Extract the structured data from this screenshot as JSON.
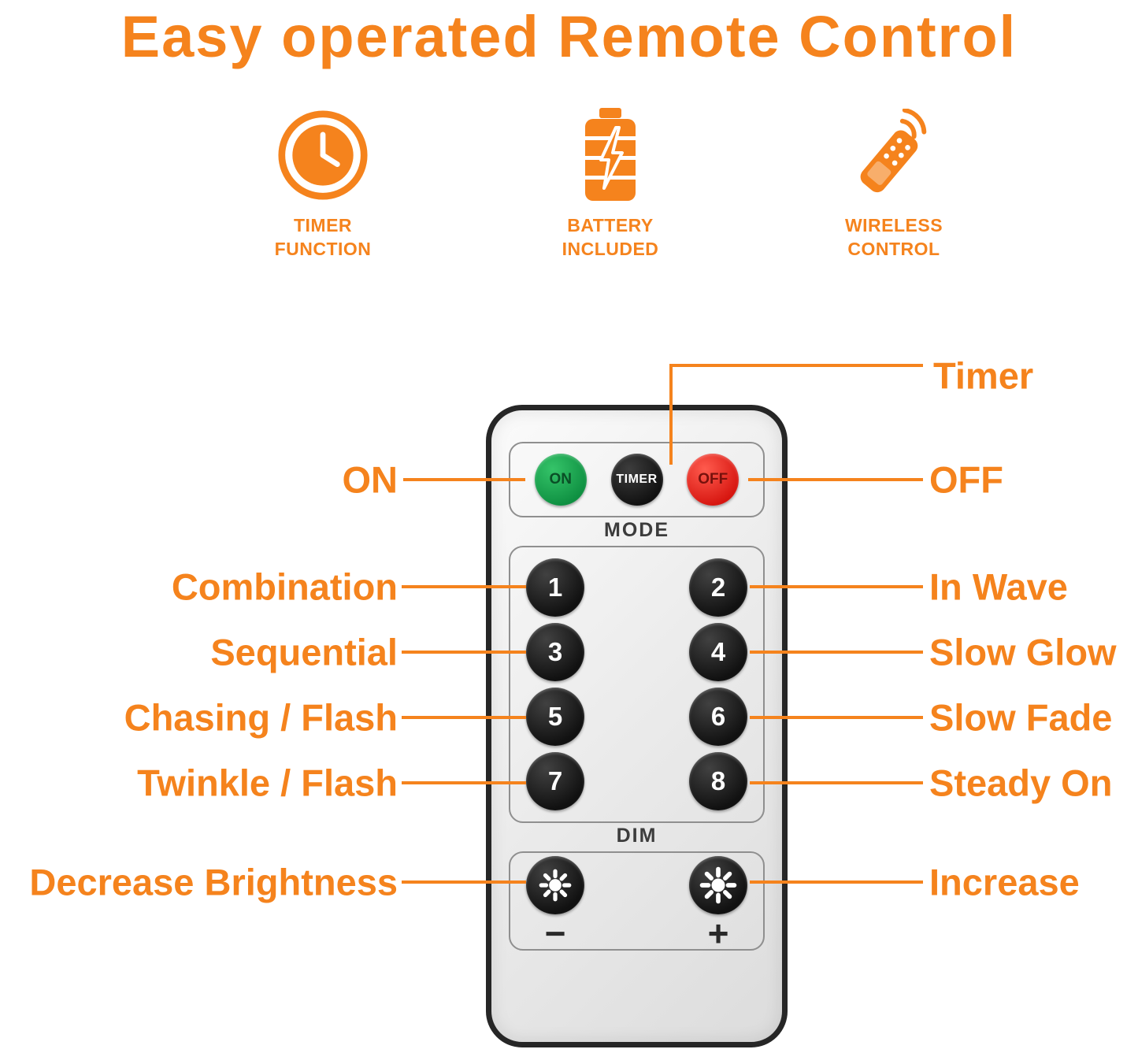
{
  "title": "Easy operated Remote Control",
  "features": [
    {
      "icon": "clock-icon",
      "lines": [
        "TIMER",
        "FUNCTION"
      ]
    },
    {
      "icon": "battery-icon",
      "lines": [
        "BATTERY",
        "INCLUDED"
      ]
    },
    {
      "icon": "remote-icon",
      "lines": [
        "WIRELESS",
        "CONTROL"
      ]
    }
  ],
  "remote": {
    "power_row": {
      "on": "ON",
      "timer": "TIMER",
      "off": "OFF"
    },
    "mode_label": "MODE",
    "mode_buttons": [
      "1",
      "2",
      "3",
      "4",
      "5",
      "6",
      "7",
      "8"
    ],
    "dim_label": "DIM",
    "decrease_sign": "−",
    "increase_sign": "+"
  },
  "callouts": {
    "timer": "Timer",
    "on": "ON",
    "off": "OFF",
    "left": [
      "Combination",
      "Sequential",
      "Chasing / Flash",
      "Twinkle / Flash",
      "Decrease Brightness"
    ],
    "right": [
      "In Wave",
      "Slow Glow",
      "Slow Fade",
      "Steady On",
      "Increase"
    ]
  },
  "colors": {
    "accent_orange": "#F5831D",
    "button_green": "#1FA254",
    "button_red": "#E2201C",
    "button_black": "#1C1C1C",
    "remote_body": "#EDEDED"
  }
}
